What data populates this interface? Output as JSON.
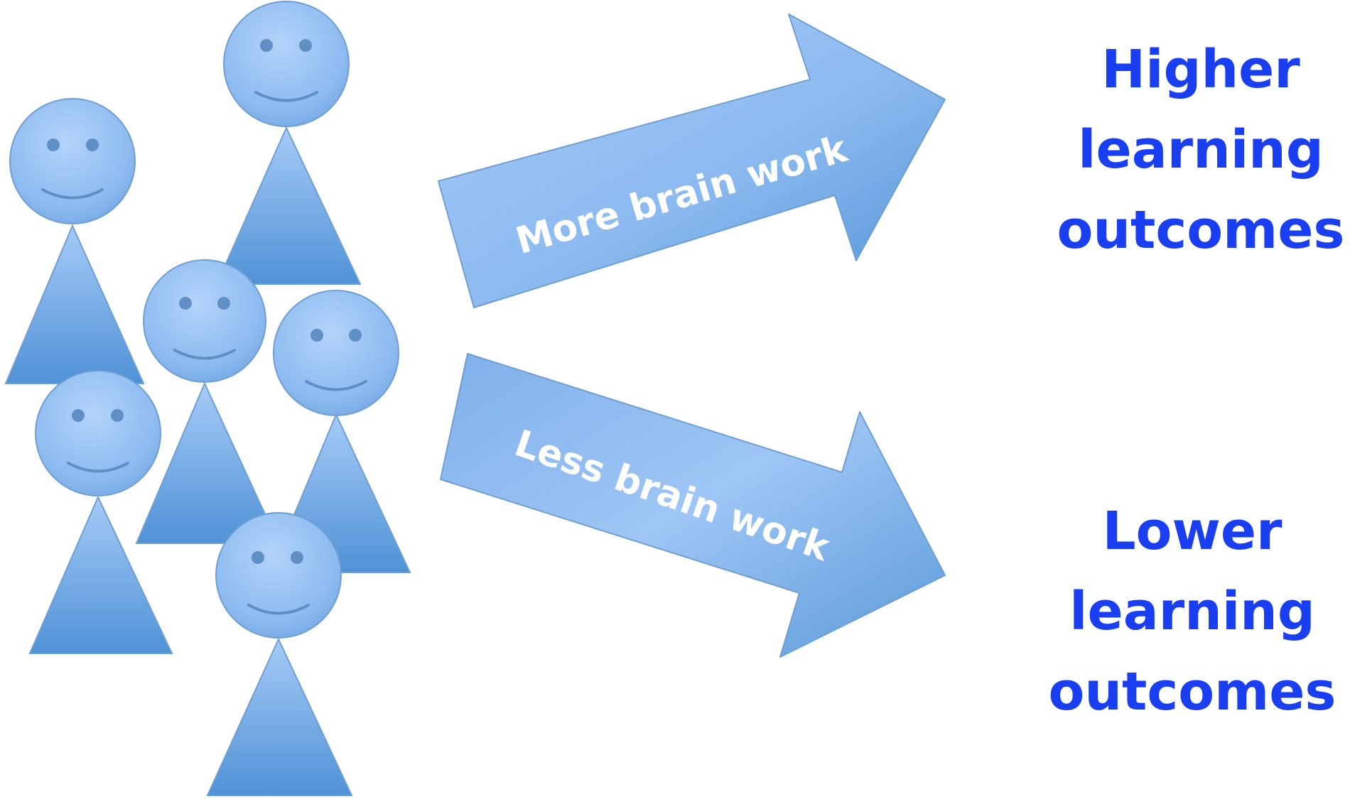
{
  "arrows": [
    {
      "label": "More brain work"
    },
    {
      "label": "Less brain work"
    }
  ],
  "outcomes": [
    {
      "lines": [
        "Higher",
        "learning",
        "outcomes"
      ]
    },
    {
      "lines": [
        "Lower",
        "learning",
        "outcomes"
      ]
    }
  ],
  "colors": {
    "figure_light": "#a6cbf7",
    "figure_mid": "#8cbaf0",
    "figure_dark": "#4f92d6",
    "figure_outline": "#6f9fd2",
    "eye": "#5f8fc4",
    "outcome_text": "#1a3ff0"
  }
}
